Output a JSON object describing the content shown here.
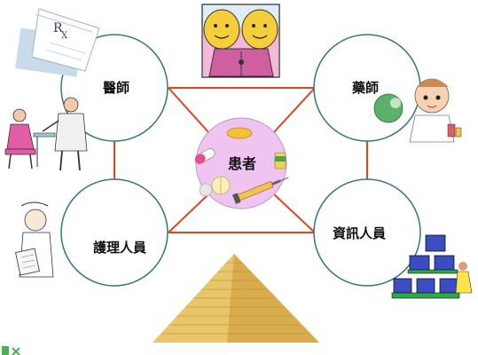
{
  "diagram": {
    "center": {
      "label": "患者"
    },
    "nodes": {
      "doctor": {
        "label": "醫師"
      },
      "pharmacist": {
        "label": "藥師"
      },
      "nurse": {
        "label": "護理人員"
      },
      "it_staff": {
        "label": "資訊人員"
      }
    },
    "prescription_letters": {
      "r": "R",
      "x": "X"
    }
  },
  "colors": {
    "connector": "#e8421a",
    "node_border": "#2f7a74",
    "center_fill": "#efc4f1",
    "pyramid": "#e9c56c"
  },
  "icons": [
    "prescription-icon",
    "doctor-patient-icon",
    "twin-cartoon-icon",
    "pharmacist-icon",
    "nurse-clipboard-icon",
    "computer-network-icon",
    "pyramid-icon",
    "medicine-icon"
  ]
}
